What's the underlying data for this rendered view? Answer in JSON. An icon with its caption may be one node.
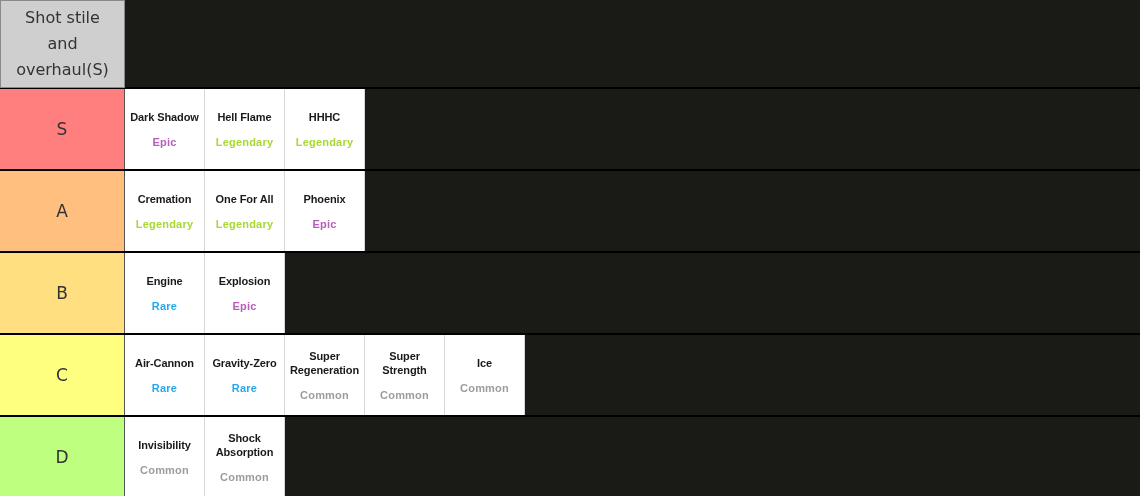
{
  "diagram": {
    "nodes": [
      {
        "text": [
          "Shot stile and overhaul(S)"
        ]
      },
      {
        "text": [
          "S"
        ]
      },
      {
        "text": [
          "Dark Shadow",
          "Epic"
        ]
      },
      {
        "text": [
          "Hell Flame",
          "Legendary"
        ]
      },
      {
        "text": [
          "HHHC",
          "Legendary"
        ]
      },
      {
        "text": [
          "A"
        ]
      },
      {
        "text": [
          "Cremation",
          "Legendary"
        ]
      },
      {
        "text": [
          "One For All",
          "Legendary"
        ]
      },
      {
        "text": [
          "Phoenix",
          "Epic"
        ]
      },
      {
        "text": [
          "B"
        ]
      },
      {
        "text": [
          "Engine",
          "Rare"
        ]
      },
      {
        "text": [
          "Explosion",
          "Epic"
        ]
      },
      {
        "text": [
          "C"
        ]
      },
      {
        "text": [
          "Air-Cannon",
          "Rare"
        ]
      },
      {
        "text": [
          "Gravity-Zero",
          "Rare"
        ]
      },
      {
        "text": [
          "Super Regeneration",
          "Common"
        ]
      },
      {
        "text": [
          "Super Strength",
          "Common"
        ]
      },
      {
        "text": [
          "Ice",
          "Common"
        ]
      },
      {
        "text": [
          "D"
        ]
      },
      {
        "text": [
          "Invisibility",
          "Common"
        ]
      },
      {
        "text": [
          "Shock Absorption",
          "Common"
        ]
      }
    ]
  }
}
